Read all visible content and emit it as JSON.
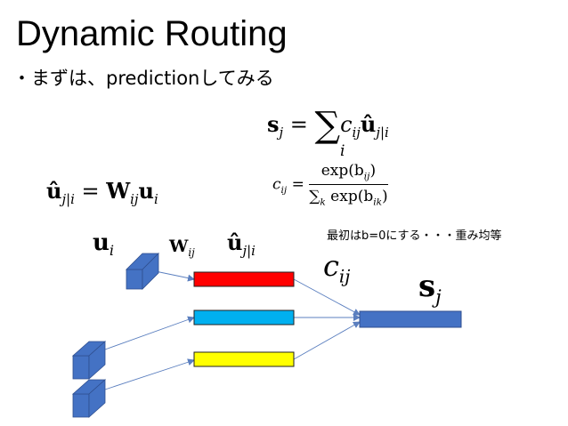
{
  "slide": {
    "title": "Dynamic Routing",
    "bullet": "・まずは、predictionしてみる",
    "note": "最初はb=0にする・・・重み均等"
  },
  "equations": {
    "s": {
      "lhs": "s",
      "lhs_sub": "j",
      "eq": " = ",
      "sum": "∑",
      "sum_under": "i",
      "c": "c",
      "c_sub": "ij",
      "u": "û",
      "u_sub": "j|i"
    },
    "c": {
      "lhs": "c",
      "lhs_sub": "ij",
      "eq": " = ",
      "num": "exp(b",
      "num_sub": "ij",
      "num_close": ")",
      "den_sum": "∑",
      "den_sub": "k",
      "den": " exp(b",
      "den_sub2": "ik",
      "den_close": ")"
    },
    "u": {
      "lhs": "û",
      "lhs_sub": "j|i",
      "eq": " = ",
      "w": "W",
      "w_sub": "ij",
      "u": "u",
      "u_sub": "i"
    }
  },
  "labels": {
    "u": "u",
    "u_sub": "i",
    "w": "W",
    "w_sub": "ij",
    "uhat": "û",
    "uhat_sub": "j|i",
    "c": "c",
    "c_sub": "ij",
    "s": "s",
    "s_sub": "j"
  },
  "colors": {
    "cube": "#4472c4",
    "cube_edge": "#2f4f8f",
    "bar_red": "#ff0000",
    "bar_blue": "#00b0f0",
    "bar_yellow": "#ffff00",
    "bar_output": "#4472c4",
    "arrow": "#5b7fbf"
  }
}
